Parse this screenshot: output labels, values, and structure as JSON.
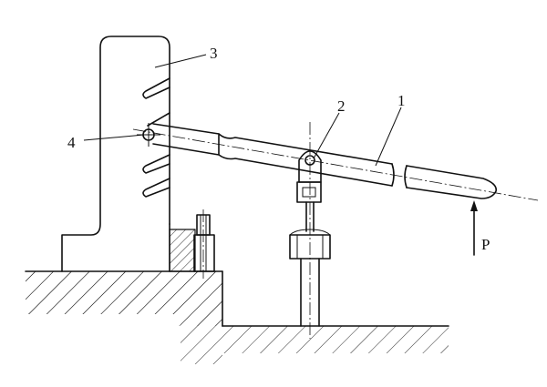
{
  "figure": {
    "labels": {
      "rod": "1",
      "clevis": "2",
      "bracket": "3",
      "pivot": "4",
      "load": "P"
    }
  }
}
